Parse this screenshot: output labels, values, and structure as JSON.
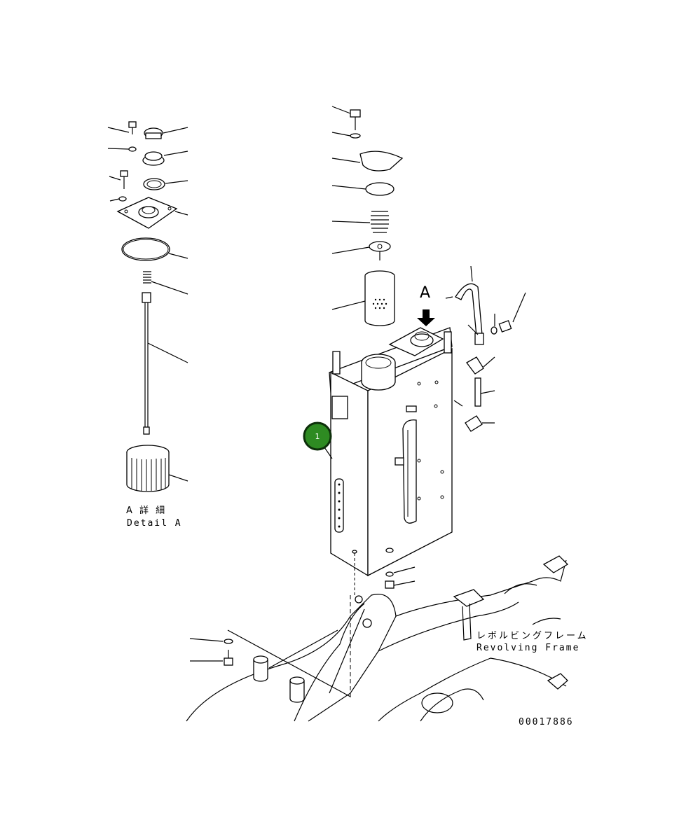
{
  "diagram": {
    "detail_label_jp": "A 詳 細",
    "detail_label_en": "Detail A",
    "view_marker": "A",
    "frame_label_jp": "レボルビングフレーム",
    "frame_label_en": "Revolving Frame",
    "drawing_number": "00017886",
    "callout_badge": "1",
    "badge_color": "#2e8b22",
    "line_color": "#000000"
  }
}
